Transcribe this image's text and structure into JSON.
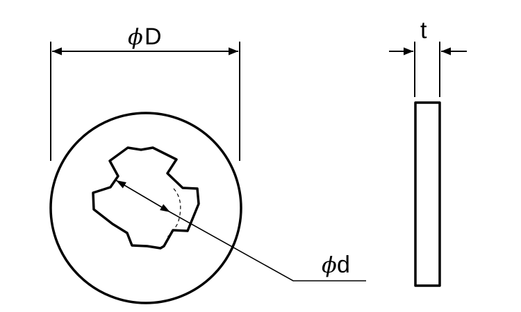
{
  "labels": {
    "outer_diameter": "D",
    "inner_diameter": "d",
    "thickness": "t",
    "diameter_symbol": "ϕ"
  },
  "colors": {
    "line": "#000000",
    "background": "#ffffff"
  }
}
